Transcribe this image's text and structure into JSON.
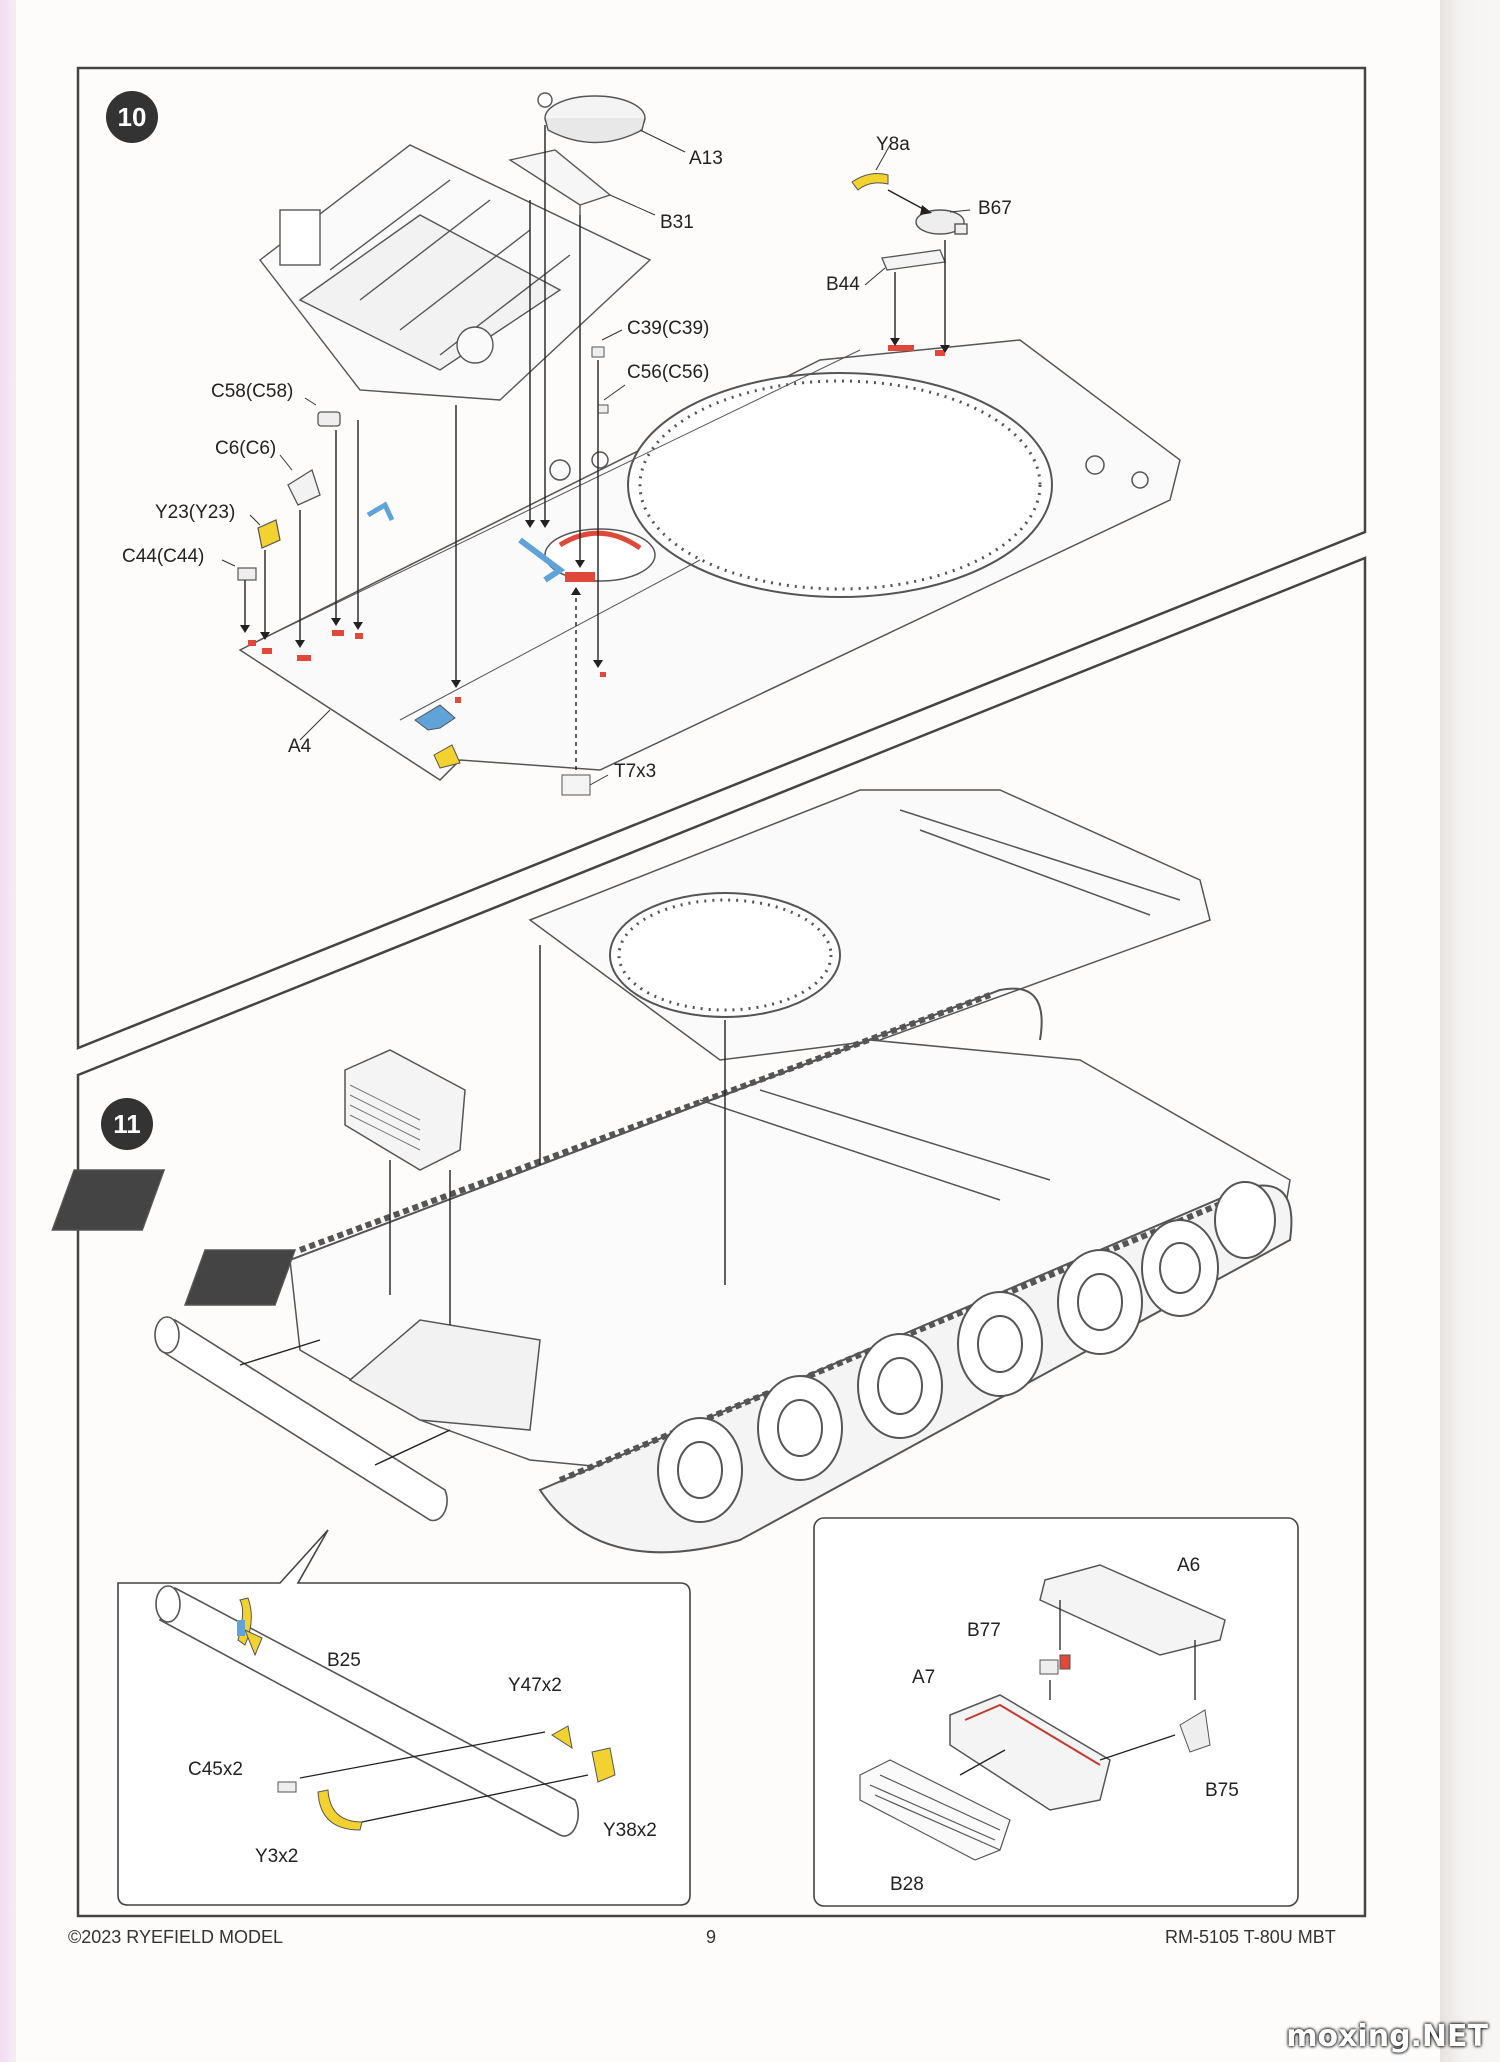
{
  "steps": [
    {
      "number": "10",
      "labels": [
        "A13",
        "B31",
        "Y8a",
        "B67",
        "B44",
        "C39(C39)",
        "C56(C56)",
        "C58(C58)",
        "C6(C6)",
        "Y23(Y23)",
        "C44(C44)",
        "A4",
        "T7x3"
      ]
    },
    {
      "number": "11",
      "detail_left_labels": [
        "B25",
        "Y47x2",
        "C45x2",
        "Y38x2",
        "Y3x2"
      ],
      "detail_right_labels": [
        "A6",
        "B77",
        "A7",
        "B75",
        "B28"
      ]
    }
  ],
  "footer": {
    "copyright": "©2023 RYEFIELD MODEL",
    "page_number": "9",
    "product": "RM-5105 T-80U MBT"
  },
  "watermark": "moxing.NET",
  "colors": {
    "frame": "#444444",
    "step_badge": "#333333",
    "highlight_red": "#e0483a",
    "highlight_yellow": "#f2d22e",
    "highlight_blue": "#5fa3d8",
    "line_art": "#555555"
  }
}
